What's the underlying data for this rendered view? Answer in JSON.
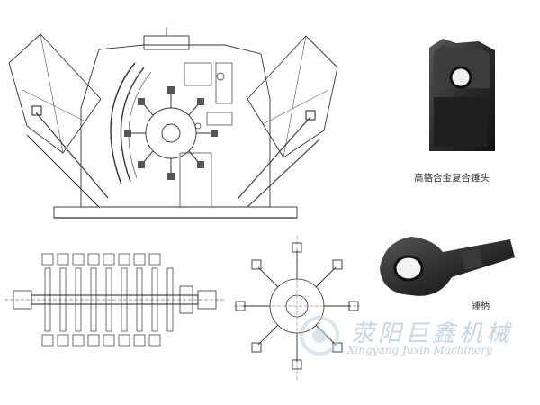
{
  "captions": {
    "hammer_head": "高铬合金复合锤头",
    "hammer_handle": "锤柄"
  },
  "watermark": {
    "chinese": "荥阳巨鑫机械",
    "english": "Xingyang Juxin Machinery"
  },
  "colors": {
    "line": "#333333",
    "metal_dark": "#2a2a2a",
    "watermark": "#bcd0de"
  }
}
